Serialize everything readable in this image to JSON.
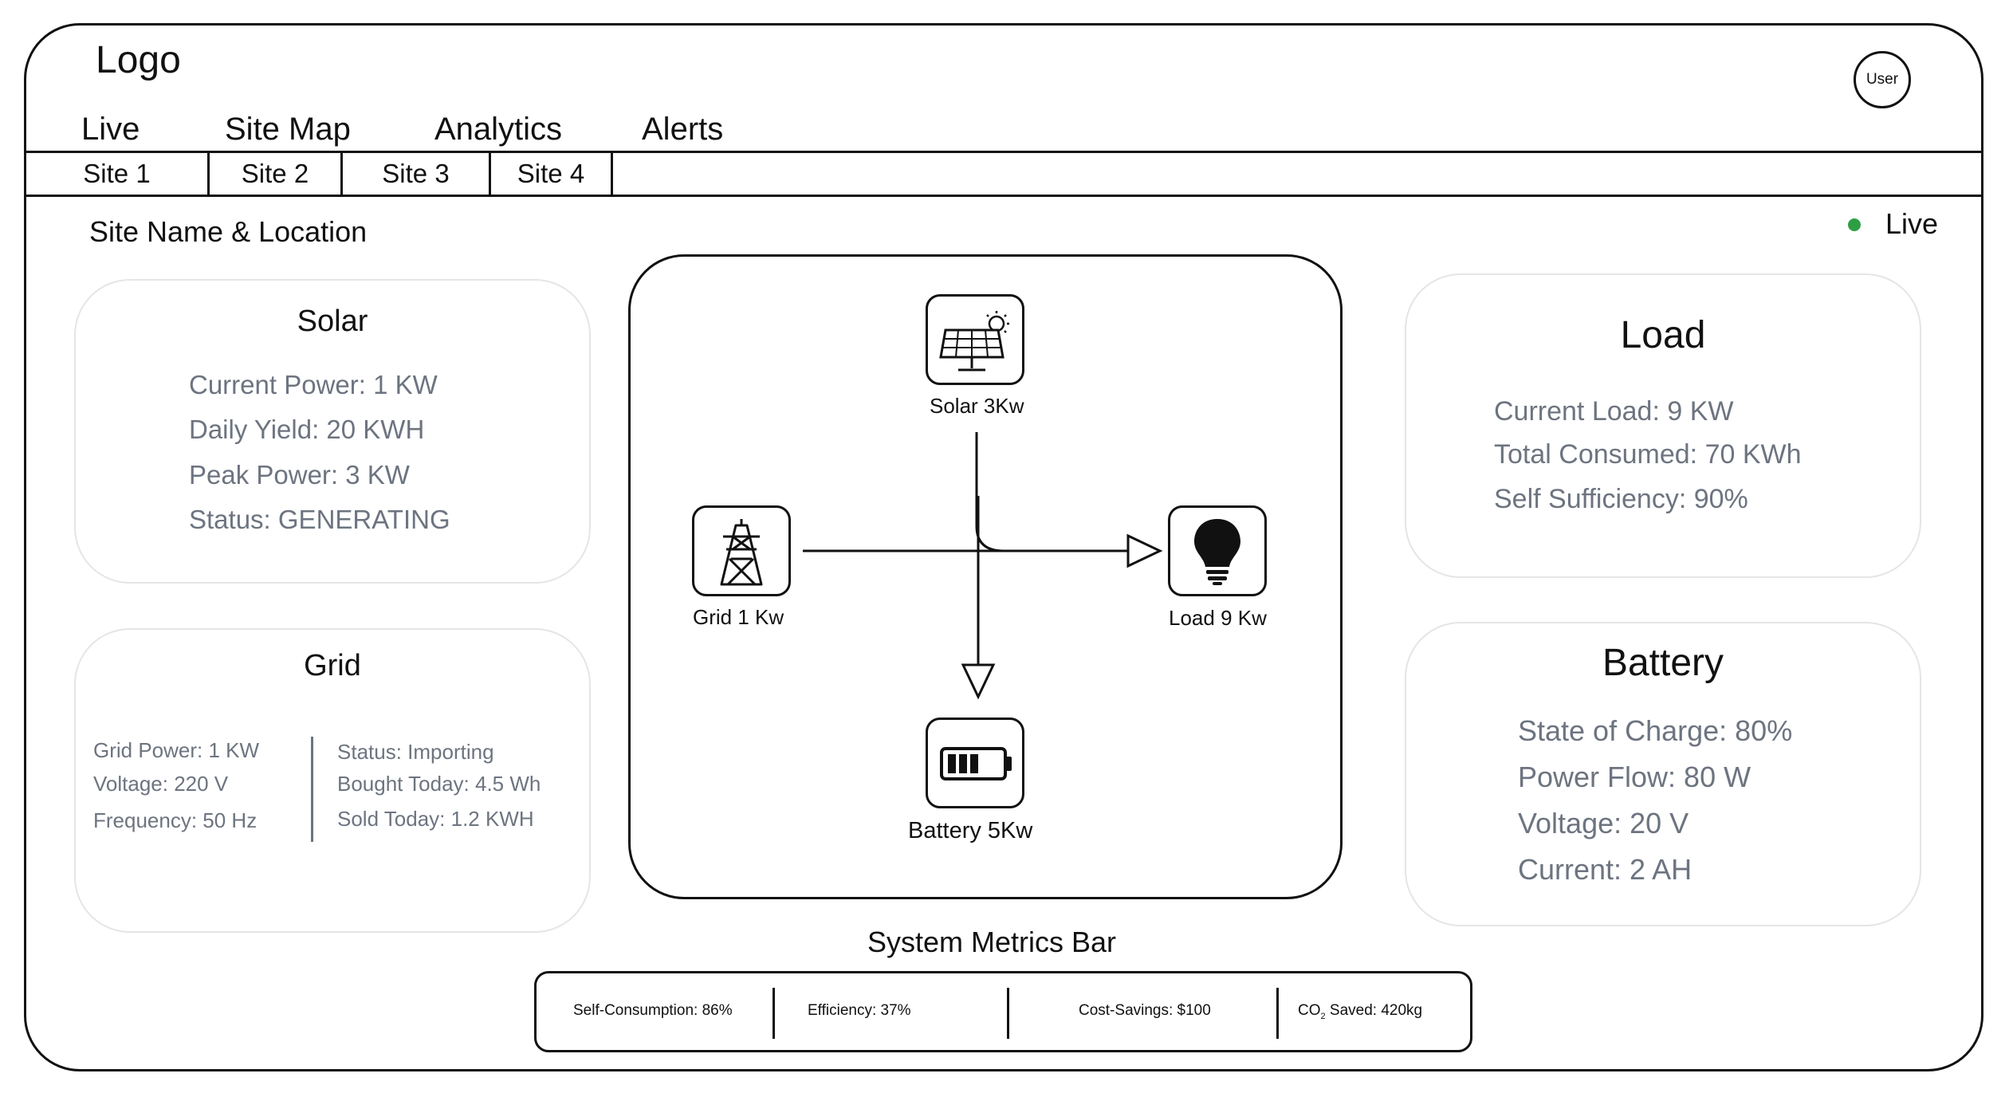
{
  "header": {
    "logo": "Logo",
    "user": "User",
    "nav": [
      "Live",
      "Site Map",
      "Analytics",
      "Alerts"
    ],
    "sites": [
      "Site 1",
      "Site 2",
      "Site 3",
      "Site 4"
    ]
  },
  "page": {
    "title": "Site Name & Location",
    "status_label": "Live",
    "status_color": "#2e9e44"
  },
  "solar": {
    "title": "Solar",
    "stats": [
      "Current Power: 1 KW",
      "Daily Yield: 20 KWH",
      "Peak Power: 3 KW",
      "Status: GENERATING"
    ]
  },
  "grid": {
    "title": "Grid",
    "left": [
      "Grid Power: 1 KW",
      "Voltage: 220 V",
      "Frequency: 50 Hz"
    ],
    "right": [
      "Status: Importing",
      "Bought Today: 4.5 Wh",
      "Sold Today: 1.2 KWH"
    ]
  },
  "load": {
    "title": "Load",
    "stats": [
      "Current Load: 9 KW",
      "Total Consumed: 70 KWh",
      "Self Sufficiency: 90%"
    ]
  },
  "battery": {
    "title": "Battery",
    "stats": [
      "State of Charge: 80%",
      "Power Flow: 80 W",
      "Voltage: 20 V",
      "Current: 2 AH"
    ]
  },
  "flow": {
    "solar": {
      "label": "Solar 3Kw",
      "icon": "solar-panel-icon"
    },
    "grid": {
      "label": "Grid 1 Kw",
      "icon": "power-tower-icon"
    },
    "load": {
      "label": "Load 9 Kw",
      "icon": "lightbulb-icon"
    },
    "battery": {
      "label": "Battery 5Kw",
      "icon": "battery-icon"
    }
  },
  "metrics": {
    "title": "System Metrics Bar",
    "self_consumption": "Self-Consumption: 86%",
    "efficiency": "Efficiency: 37%",
    "cost_savings": "Cost-Savings: $100",
    "co2_prefix": "CO",
    "co2_sub": "2",
    "co2_rest": " Saved: 420kg"
  }
}
